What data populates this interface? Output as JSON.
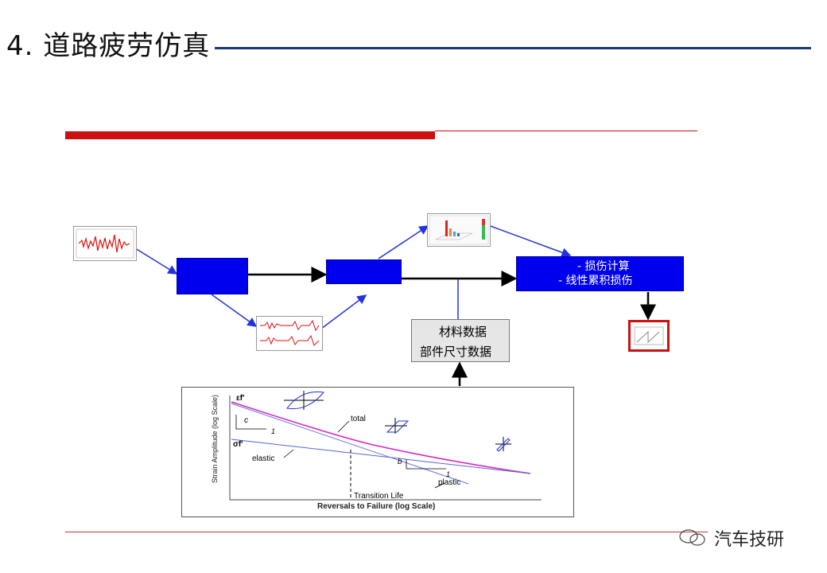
{
  "slide": {
    "title": "4. 道路疲劳仿真"
  },
  "flow": {
    "damage_line1": "- 损伤计算",
    "damage_line2": "- 线性累积损伤",
    "material_line1": "材料数据",
    "material_line2": "部件尺寸数据"
  },
  "chart": {
    "ylabel": "Strain Amplitude (log Scale)",
    "xlabel": "Reversals to Failure (log Scale)",
    "label_ef": "εf'",
    "label_sf": "σf'",
    "label_c": "c",
    "label_b": "b",
    "label_one": "1",
    "label_total": "total",
    "label_elastic": "elastic",
    "label_plastic": "plastic",
    "label_transition": "Transition Life",
    "colors": {
      "total": "#e020c0",
      "elastic": "#5566cc",
      "plastic": "#6677dd"
    }
  },
  "watermark": {
    "text": "汽车技研",
    "icon": "wechat-icon"
  },
  "colors": {
    "title_rule": "#1a3a7a",
    "accent_red": "#cc1111",
    "process_blue": "#0000ee"
  }
}
